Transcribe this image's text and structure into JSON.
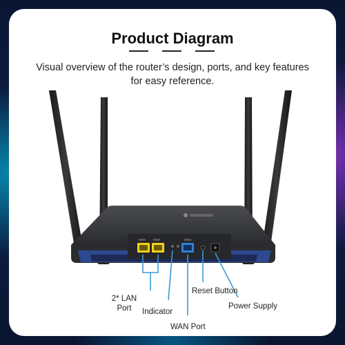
{
  "header": {
    "title": "Product Diagram",
    "subtitle": "Visual overview of the router’s design, ports, and key features for easy reference."
  },
  "callouts": {
    "lan": "2* LAN Port",
    "indicator": "Indicator",
    "wan": "WAN Port",
    "reset": "Reset Button",
    "power": "Power Supply"
  },
  "colors": {
    "accent_blue": "#3a9bd8",
    "router_body": "#3b3d40",
    "router_base": "#2e4fa0",
    "lan_port": "#f5d21a",
    "wan_port": "#2f7fd8"
  }
}
